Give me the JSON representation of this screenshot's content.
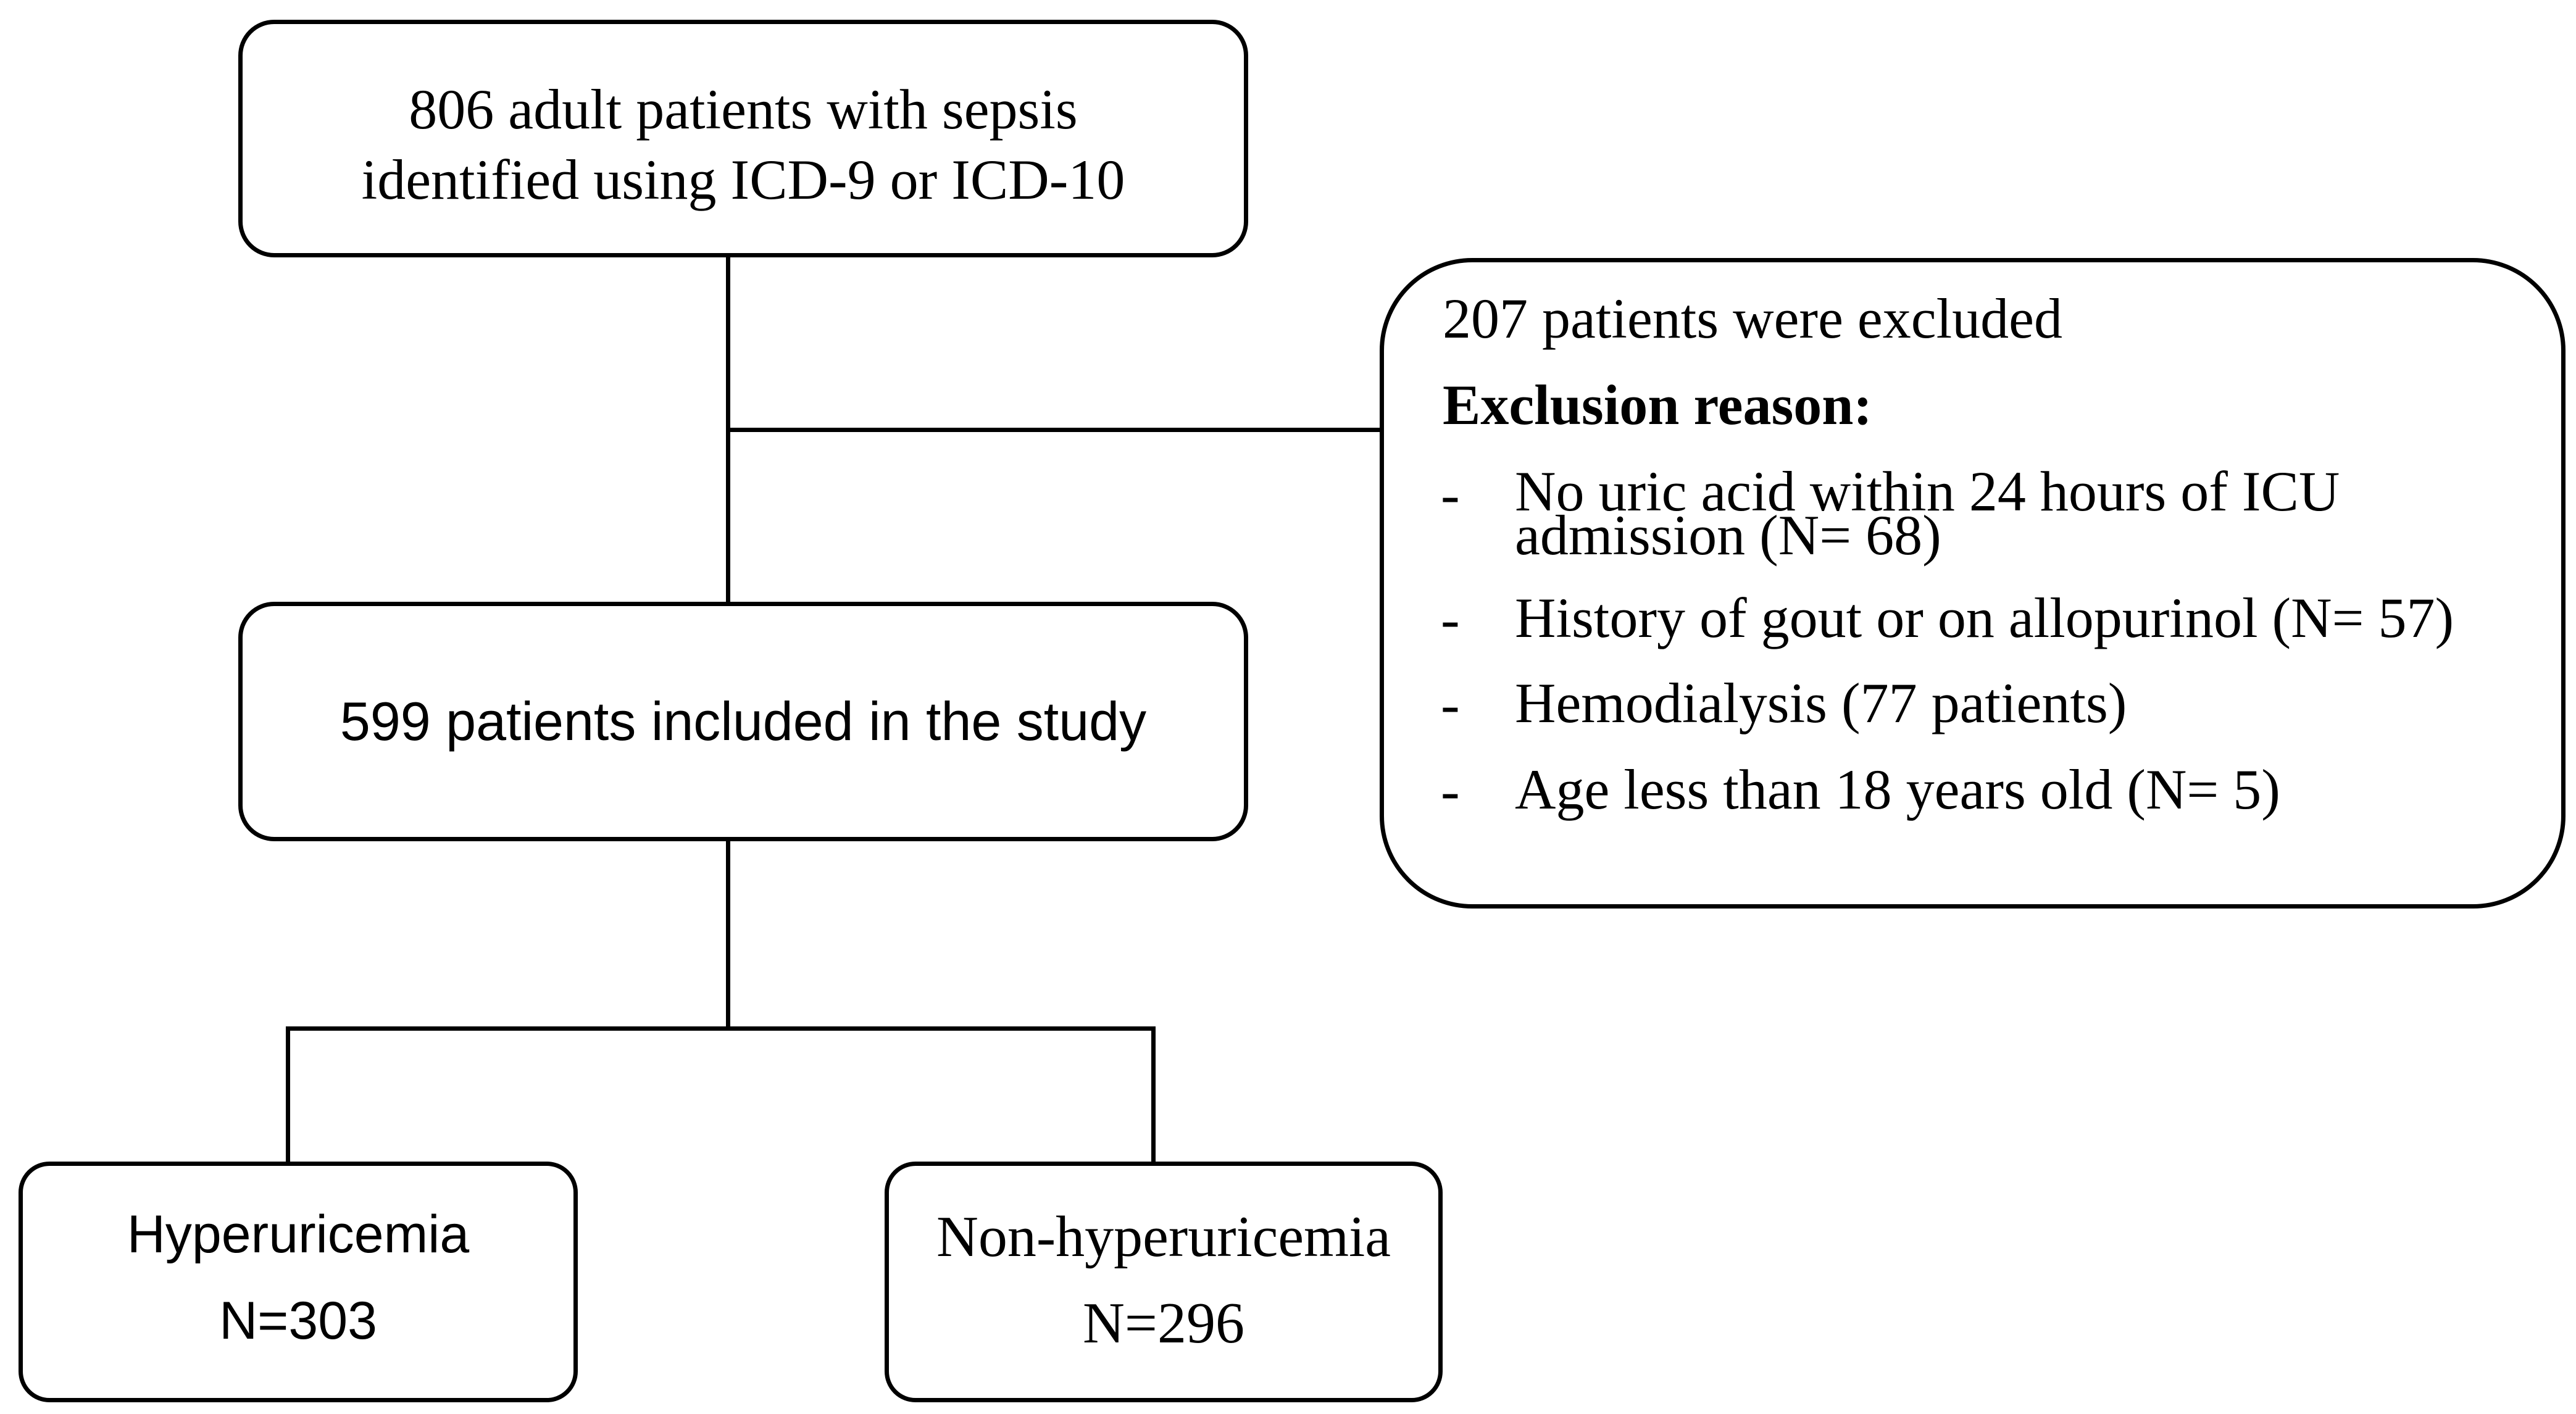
{
  "top_box": {
    "line1": "806 adult patients with sepsis",
    "line2": "identified using ICD-9 or ICD-10"
  },
  "middle_box": {
    "text": "599 patients included in the study"
  },
  "exclusion_box": {
    "header": "207 patients were excluded",
    "subheader": "Exclusion reason:",
    "bullet_char": "-",
    "items": [
      {
        "line1": "No uric acid within 24 hours of ICU",
        "line2": "admission (N= 68)"
      },
      {
        "line1": "History of gout or on allopurinol (N= 57)"
      },
      {
        "line1": "Hemodialysis (77 patients)"
      },
      {
        "line1": "Age less than 18 years old (N= 5)"
      }
    ]
  },
  "group_hyper": {
    "label": "Hyperuricemia",
    "count": "N=303"
  },
  "group_nonhyper": {
    "label": "Non-hyperuricemia",
    "count": "N=296"
  }
}
